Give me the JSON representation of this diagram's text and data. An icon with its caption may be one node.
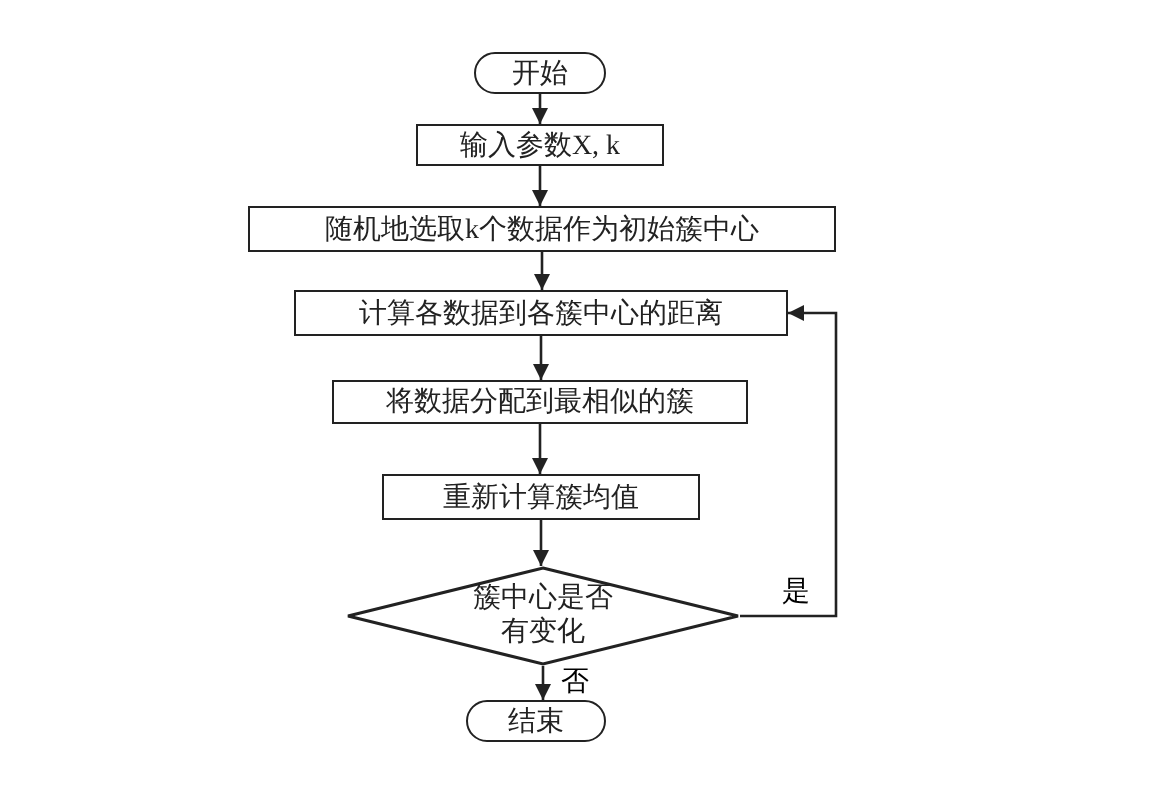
{
  "diagram": {
    "nodes": [
      {
        "text": [
          "开始"
        ]
      },
      {
        "text": [
          "输入参数X, k"
        ]
      },
      {
        "text": [
          "随机地选取k个数据作为初始簇中心"
        ]
      },
      {
        "text": [
          "计算各数据到各簇中心的距离"
        ]
      },
      {
        "text": [
          "将数据分配到最相似的簇"
        ]
      },
      {
        "text": [
          "重新计算簇均值"
        ]
      },
      {
        "text": [
          "簇中心是否有变化"
        ]
      },
      {
        "text": [
          "结束"
        ]
      }
    ],
    "edges": [
      {
        "from": 0,
        "to": 1,
        "arrow": "to"
      },
      {
        "from": 1,
        "to": 2,
        "arrow": "to"
      },
      {
        "from": 2,
        "to": 3,
        "arrow": "to"
      },
      {
        "from": 3,
        "to": 4,
        "arrow": "to"
      },
      {
        "from": 4,
        "to": 5,
        "arrow": "to"
      },
      {
        "from": 5,
        "to": 6,
        "arrow": "to"
      },
      {
        "from": 6,
        "to": 7,
        "arrow": "to",
        "label": "否"
      },
      {
        "from": 6,
        "to": 3,
        "arrow": "to",
        "label": "是"
      }
    ]
  }
}
